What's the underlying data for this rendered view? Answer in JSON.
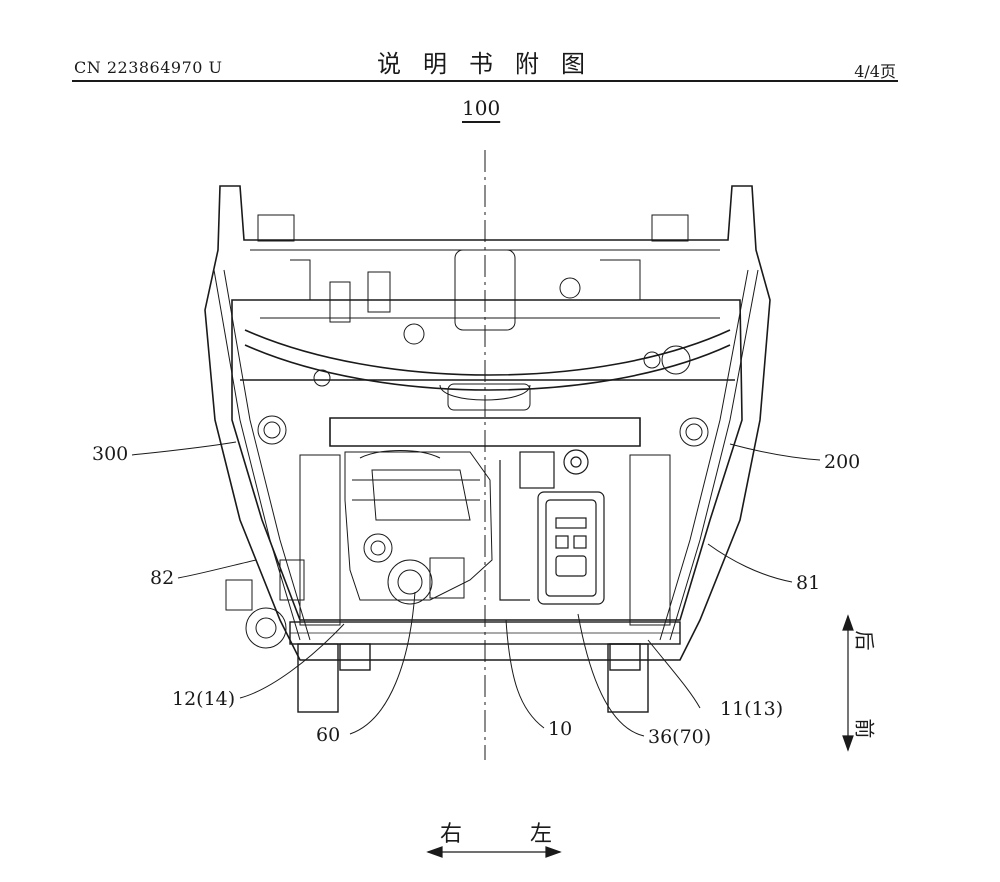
{
  "header": {
    "publication_number": "CN 223864970 U",
    "title": "说明书附图",
    "page": "4/4页"
  },
  "figure": {
    "reference": "100",
    "callouts": [
      {
        "id": "c300",
        "text": "300"
      },
      {
        "id": "c200",
        "text": "200"
      },
      {
        "id": "c82",
        "text": "82"
      },
      {
        "id": "c81",
        "text": "81"
      },
      {
        "id": "c12",
        "text": "12(14)"
      },
      {
        "id": "c11",
        "text": "11(13)"
      },
      {
        "id": "c60",
        "text": "60"
      },
      {
        "id": "c10",
        "text": "10"
      },
      {
        "id": "c36",
        "text": "36(70)"
      }
    ],
    "directions": {
      "right": "右",
      "left": "左",
      "rear": "后",
      "front": "前"
    }
  }
}
